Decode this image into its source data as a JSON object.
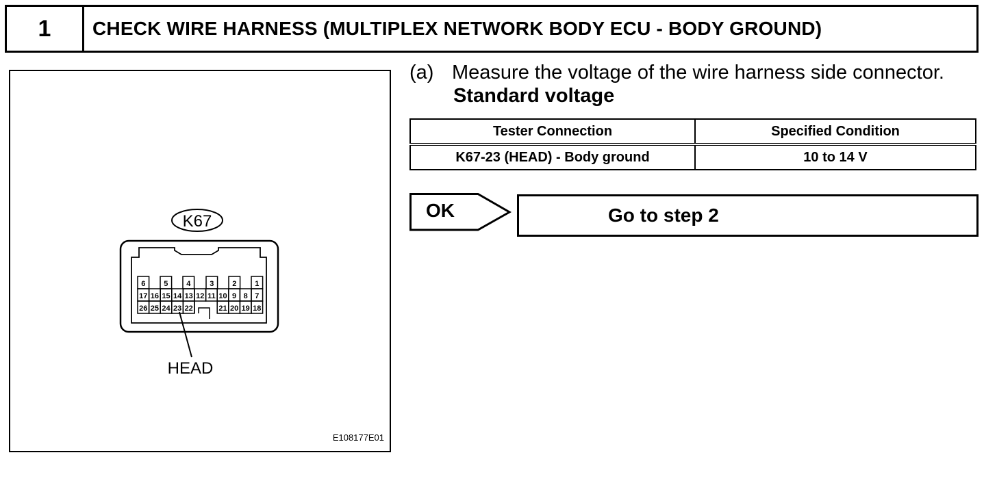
{
  "step": {
    "number": "1",
    "title": "CHECK WIRE HARNESS (MULTIPLEX NETWORK BODY ECU - BODY GROUND)"
  },
  "illustration": {
    "connector_label": "K67",
    "pointer_label": "HEAD",
    "figure_code": "E108177E01",
    "pins_row1": [
      "6",
      "5",
      "4",
      "3",
      "2",
      "1"
    ],
    "pins_row2": [
      "17",
      "16",
      "15",
      "14",
      "13",
      "12",
      "11",
      "10",
      "9",
      "8",
      "7"
    ],
    "pins_row3_left": [
      "26",
      "25",
      "24",
      "23",
      "22"
    ],
    "pins_row3_right": [
      "21",
      "20",
      "19",
      "18"
    ]
  },
  "instruction": {
    "label": "(a)",
    "text": "Measure the voltage of the wire harness side connector.",
    "subheading": "Standard voltage"
  },
  "table": {
    "headers": [
      "Tester Connection",
      "Specified Condition"
    ],
    "rows": [
      [
        "K67-23 (HEAD) - Body ground",
        "10 to 14 V"
      ]
    ]
  },
  "result": {
    "ok_label": "OK",
    "goto_text": "Go to step 2"
  }
}
